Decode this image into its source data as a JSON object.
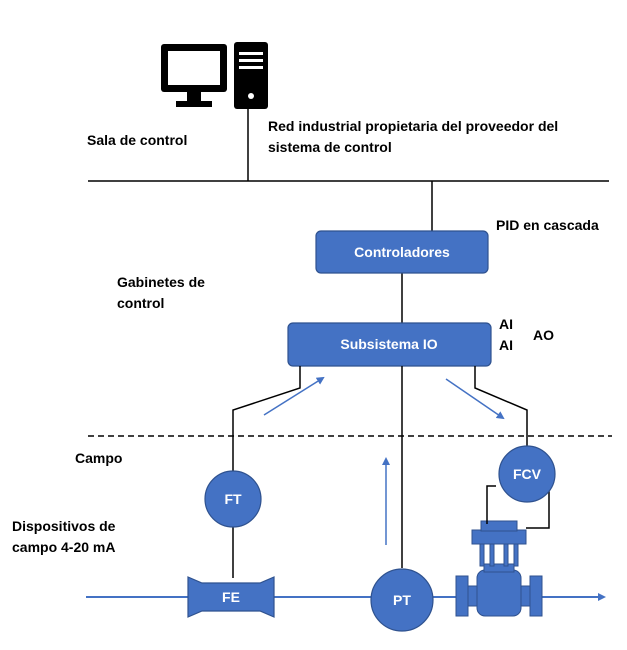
{
  "colors": {
    "accent": "#4472C4",
    "stroke": "#2F528F",
    "ink": "#000000"
  },
  "labels": {
    "control_room": "Sala de control",
    "network_line1": "Red industrial propietaria del proveedor del",
    "network_line2": "sistema de control",
    "pid": "PID en cascada",
    "cabinets_line1": "Gabinetes de",
    "cabinets_line2": "control",
    "ai1": "AI",
    "ai2": "AI",
    "ao": "AO",
    "field": "Campo",
    "devices_line1": "Dispositivos de",
    "devices_line2": "campo 4-20 mA"
  },
  "boxes": {
    "controllers": "Controladores",
    "io": "Subsistema IO"
  },
  "instruments": {
    "ft": "FT",
    "fcv": "FCV",
    "fe": "FE",
    "pt": "PT"
  },
  "icons": {
    "computer": "desktop-computer-icon"
  }
}
